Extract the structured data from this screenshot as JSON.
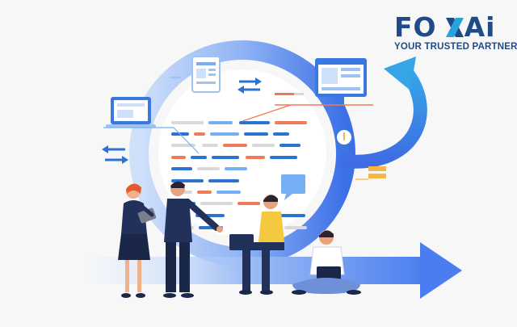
{
  "brand": {
    "name_left": "FO",
    "name_right": "Ai",
    "tagline": "YOUR TRUSTED PARTNER",
    "primary_color": "#1f4b86",
    "accent_color": "#29a3dd"
  },
  "illustration": {
    "theme": "agile-development-cycle",
    "arrow_color": "#4a7df0",
    "code_line_colors": [
      "#2b73d1",
      "#f07a57",
      "#d9d9d9",
      "#74aef5"
    ]
  }
}
